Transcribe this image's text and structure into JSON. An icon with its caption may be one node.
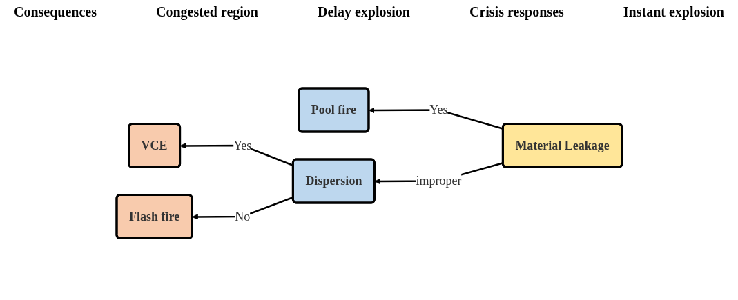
{
  "diagram": {
    "nodes": [
      {
        "text": [
          "Pool fire"
        ]
      },
      {
        "text": [
          "VCE"
        ]
      },
      {
        "text": [
          "Dispersion"
        ]
      },
      {
        "text": [
          "Material Leakage"
        ]
      },
      {
        "text": [
          "Flash fire"
        ]
      }
    ],
    "edges": [
      {
        "from": 3,
        "to": 0,
        "arrow": "to",
        "label": "Yes"
      },
      {
        "from": 3,
        "to": 2,
        "arrow": "to",
        "label": "improper"
      },
      {
        "from": 2,
        "to": 1,
        "arrow": "to",
        "label": "Yes"
      },
      {
        "from": 2,
        "to": 4,
        "arrow": "to",
        "label": "No"
      }
    ],
    "labels": [
      "Consequences",
      "Congested region",
      "Delay explosion",
      "Crisis responses",
      "Instant explosion"
    ]
  }
}
